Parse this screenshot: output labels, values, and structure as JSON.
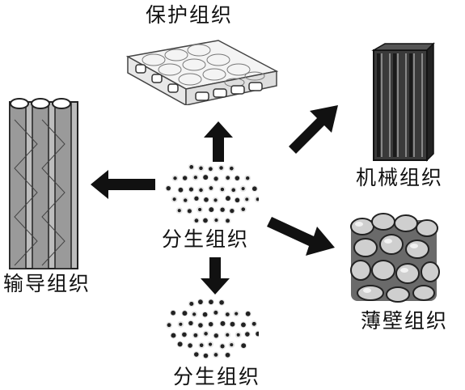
{
  "diagram": {
    "labels": {
      "protective": "保护组织",
      "mechanical": "机械组织",
      "vascular": "输导组织",
      "parenchyma": "薄壁组织",
      "meristem_center": "分生组织",
      "meristem_bottom": "分生组织"
    }
  }
}
